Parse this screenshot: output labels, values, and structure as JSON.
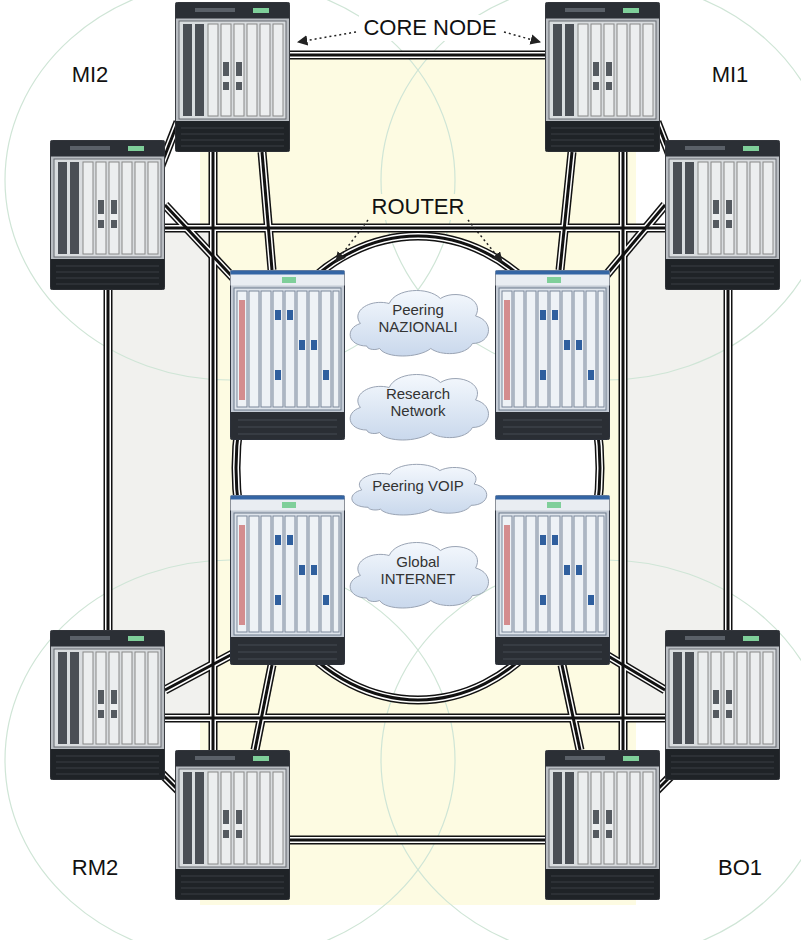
{
  "diagram": {
    "nodes": [
      {
        "text": [
          "Peering NAZIONALI"
        ]
      },
      {
        "text": [
          "Research Network"
        ]
      },
      {
        "text": [
          "Peering VOIP"
        ]
      },
      {
        "text": [
          "Global INTERNET"
        ]
      }
    ],
    "labels": [
      "CORE NODE",
      "MI2",
      "MI1",
      "ROUTER",
      "RM2",
      "BO1"
    ]
  }
}
